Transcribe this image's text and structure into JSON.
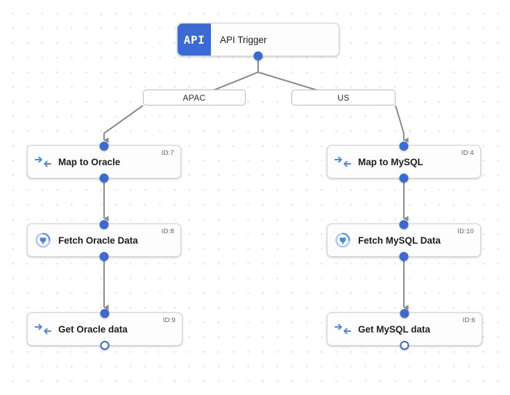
{
  "canvas": {
    "background_color": "#ffffff",
    "dot_color": "#dcdcdc",
    "accent_color": "#3b6ad4",
    "icon_color": "#4285f4",
    "edge_color": "#8a8a8a"
  },
  "trigger": {
    "badge_text": "API",
    "label": "API Trigger",
    "badge_color": "#3b6ad4"
  },
  "branches": [
    {
      "name": "apac",
      "label": "APAC"
    },
    {
      "name": "us",
      "label": "US"
    }
  ],
  "nodes": [
    {
      "key": "map_oracle",
      "label": "Map to Oracle",
      "id_label": "ID:7",
      "icon": "map-arrows-icon",
      "branch": "apac"
    },
    {
      "key": "fetch_oracle",
      "label": "Fetch Oracle Data",
      "id_label": "ID:8",
      "icon": "database-plug-icon",
      "branch": "apac"
    },
    {
      "key": "get_oracle",
      "label": "Get Oracle data",
      "id_label": "ID:9",
      "icon": "map-arrows-icon",
      "branch": "apac"
    },
    {
      "key": "map_mysql",
      "label": "Map to MySQL",
      "id_label": "ID:4",
      "icon": "map-arrows-icon",
      "branch": "us"
    },
    {
      "key": "fetch_mysql",
      "label": "Fetch MySQL Data",
      "id_label": "ID:10",
      "icon": "database-plug-icon",
      "branch": "us"
    },
    {
      "key": "get_mysql",
      "label": "Get MySQL data",
      "id_label": "ID:6",
      "icon": "map-arrows-icon",
      "branch": "us"
    }
  ]
}
